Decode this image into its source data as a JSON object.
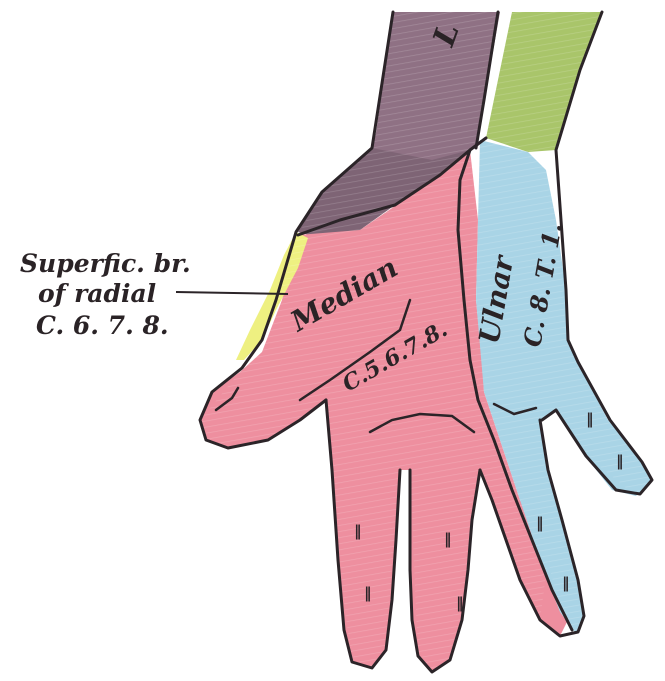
{
  "labels": {
    "superficial_line1": "Superfic. br.",
    "superficial_line2": "of radial",
    "superficial_line3": "C. 6. 7. 8.",
    "median": "Median",
    "median_roots": "C.5.6.7.8.",
    "ulnar": "Ulnar",
    "ulnar_roots": "C. 8. T. 1.",
    "lateral_partial": "L"
  },
  "colors": {
    "median": "#ee8f9f",
    "ulnar": "#a9d4e6",
    "radial": "#eef081",
    "forearm_lateral": "#8f7184",
    "forearm_green": "#a9c56a",
    "outline": "#2b2428"
  }
}
